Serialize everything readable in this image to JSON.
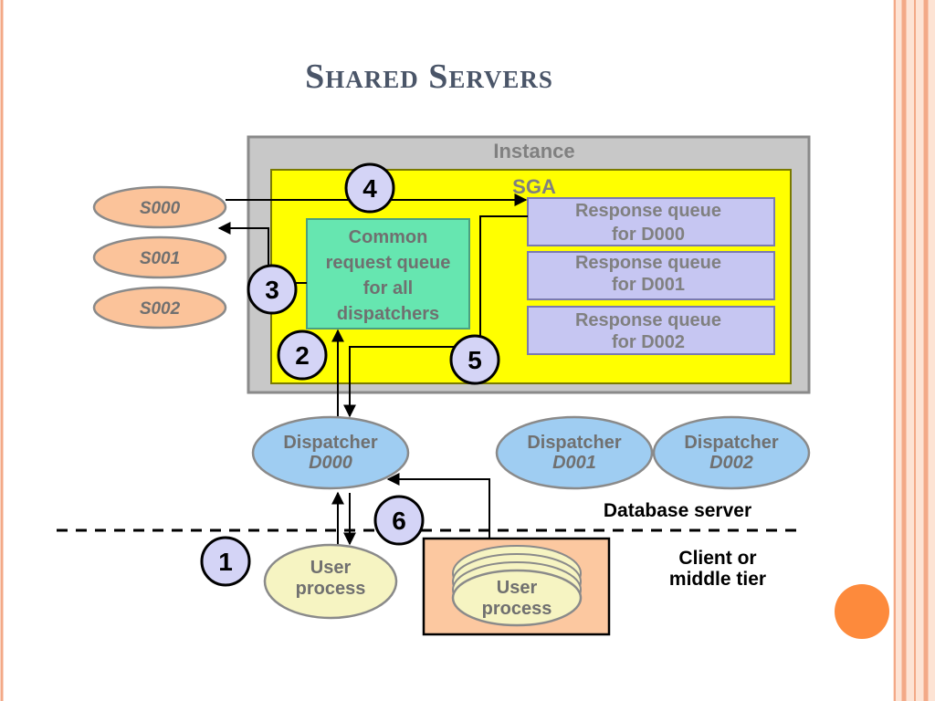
{
  "slide": {
    "title": "Shared Servers"
  },
  "diagram": {
    "instance_label": "Instance",
    "sga_label": "SGA",
    "servers": [
      "S000",
      "S001",
      "S002"
    ],
    "request_queue_lines": [
      "Common",
      "request queue",
      "for all",
      "dispatchers"
    ],
    "response_queues": [
      {
        "line1": "Response queue",
        "line2": "for D000"
      },
      {
        "line1": "Response queue",
        "line2": "for D001"
      },
      {
        "line1": "Response queue",
        "line2": "for D002"
      }
    ],
    "dispatchers": [
      {
        "line1": "Dispatcher",
        "line2": "D000"
      },
      {
        "line1": "Dispatcher",
        "line2": "D001"
      },
      {
        "line1": "Dispatcher",
        "line2": "D002"
      }
    ],
    "steps": [
      "1",
      "2",
      "3",
      "4",
      "5",
      "6"
    ],
    "database_server_label": "Database server",
    "client_tier_lines": [
      "Client or",
      "middle tier"
    ],
    "user_process_lines": [
      "User",
      "process"
    ]
  },
  "colors": {
    "instance_fill": "#c8c8c8",
    "sga_fill": "#ffff00",
    "server_fill": "#fbc39a",
    "request_queue_fill": "#66e6b0",
    "response_queue_fill": "#c6c6f2",
    "dispatcher_fill": "#9fcdf2",
    "user_process_fill": "#f6f4c2",
    "client_box_fill": "#fcc8a0",
    "step_circle_fill": "#d4d4f6",
    "accent_dot": "#fd8a3c"
  }
}
